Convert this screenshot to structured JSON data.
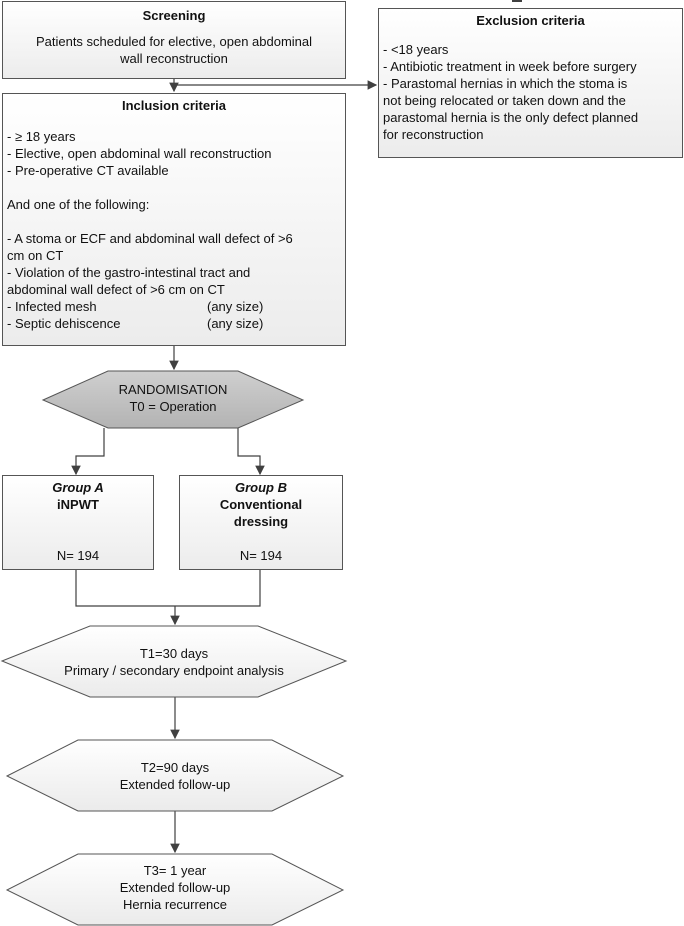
{
  "screening": {
    "title": "Screening",
    "line1": "Patients scheduled for elective, open abdominal",
    "line2": "wall reconstruction"
  },
  "exclusion": {
    "title": "Exclusion criteria",
    "items": [
      "- <18 years",
      "- Antibiotic treatment in week before surgery",
      "- Parastomal hernias in which the stoma is",
      "not being relocated or taken down and the",
      "parastomal hernia is the only defect planned",
      "for reconstruction"
    ]
  },
  "inclusion": {
    "title": "Inclusion criteria",
    "items": [
      "- ≥ 18 years",
      "- Elective, open abdominal wall reconstruction",
      "- Pre-operative CT available"
    ],
    "one_of": "And one of the following:",
    "conditions": [
      "- A stoma or ECF and abdominal wall defect of >6",
      "cm on CT",
      "- Violation of the gastro-intestinal tract and",
      "abdominal wall defect of >6 cm on CT"
    ],
    "infected_mesh": "- Infected mesh",
    "septic": "- Septic dehiscence",
    "any_size": "(any size)"
  },
  "randomisation": {
    "line1": "RANDOMISATION",
    "line2": "T0 = Operation"
  },
  "group_a": {
    "label": "Group A",
    "name": "iNPWT",
    "n": "N= 194"
  },
  "group_b": {
    "label": "Group B",
    "name1": "Conventional",
    "name2": "dressing",
    "n": "N= 194"
  },
  "t1": {
    "line1": "T1=30 days",
    "line2": "Primary / secondary endpoint analysis"
  },
  "t2": {
    "line1": "T2=90 days",
    "line2": "Extended follow-up"
  },
  "t3": {
    "line1": "T3= 1 year",
    "line2": "Extended follow-up",
    "line3": "Hernia recurrence"
  },
  "colors": {
    "border": "#555555",
    "randomisation_fill": "#bfbfbf",
    "arrow": "#404040"
  }
}
